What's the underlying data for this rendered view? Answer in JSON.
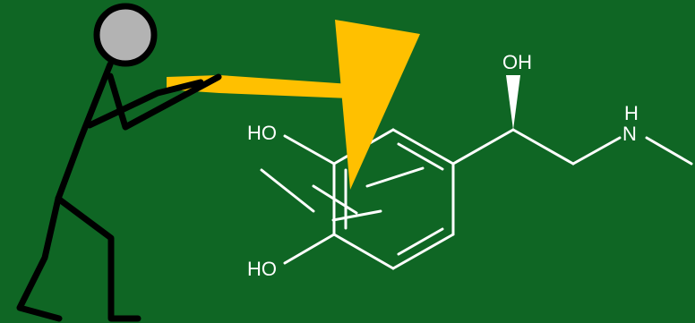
{
  "colors": {
    "background": "#0f6624",
    "bonds": "#ffffff",
    "figure_stroke": "#000000",
    "figure_head_fill": "#b3b3b3",
    "pointer": "#ffc000"
  },
  "molecule": {
    "labels": {
      "ho_top": "HO",
      "ho_bottom": "HO",
      "oh": "OH",
      "h": "H",
      "n": "N"
    }
  }
}
